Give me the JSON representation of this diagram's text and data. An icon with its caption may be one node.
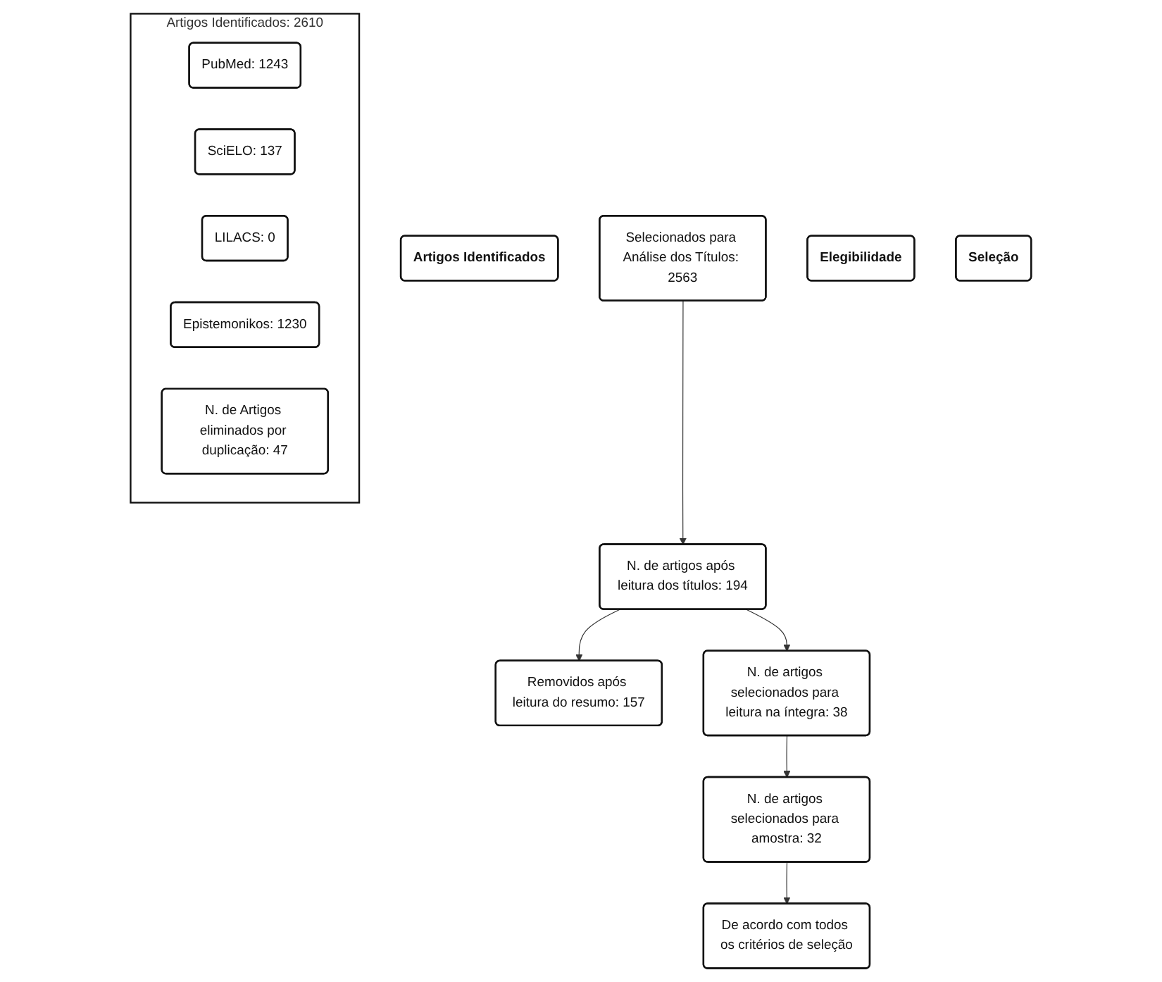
{
  "diagram": {
    "nodes": [
      {
        "text": [
          "Artigos Identificados"
        ]
      },
      {
        "text": [
          "Artigos Identificados: 2610"
        ]
      },
      {
        "text": [
          "PubMed: 1243"
        ],
        "in": 1
      },
      {
        "text": [
          "SciELO: 137"
        ],
        "in": 1
      },
      {
        "text": [
          "LILACS: 0"
        ],
        "in": 1
      },
      {
        "text": [
          "Epistemonikos: 1230"
        ],
        "in": 1
      },
      {
        "text": [
          "N. de Artigos eliminados por duplicação: 47"
        ],
        "in": 1
      },
      {
        "text": [
          "Selecionados para Análise dos Títulos: 2563"
        ]
      },
      {
        "text": [
          "Elegibilidade"
        ]
      },
      {
        "text": [
          "N. de artigos após leitura dos títulos: 194"
        ]
      },
      {
        "text": [
          "Removidos após leitura do resumo: 157"
        ]
      },
      {
        "text": [
          "N. de artigos selecionados para leitura na íntegra: 38"
        ]
      },
      {
        "text": [
          "Seleção"
        ]
      },
      {
        "text": [
          "N. de artigos selecionados para amostra: 32"
        ]
      },
      {
        "text": [
          "De acordo com todos os critérios de seleção"
        ]
      }
    ],
    "edges": [
      {
        "from": 7,
        "to": 9,
        "arrow": "to"
      },
      {
        "from": 9,
        "to": 10,
        "arrow": "to"
      },
      {
        "from": 9,
        "to": 11,
        "arrow": "to"
      },
      {
        "from": 11,
        "to": 13,
        "arrow": "to"
      },
      {
        "from": 13,
        "to": 14,
        "arrow": "to"
      }
    ]
  }
}
